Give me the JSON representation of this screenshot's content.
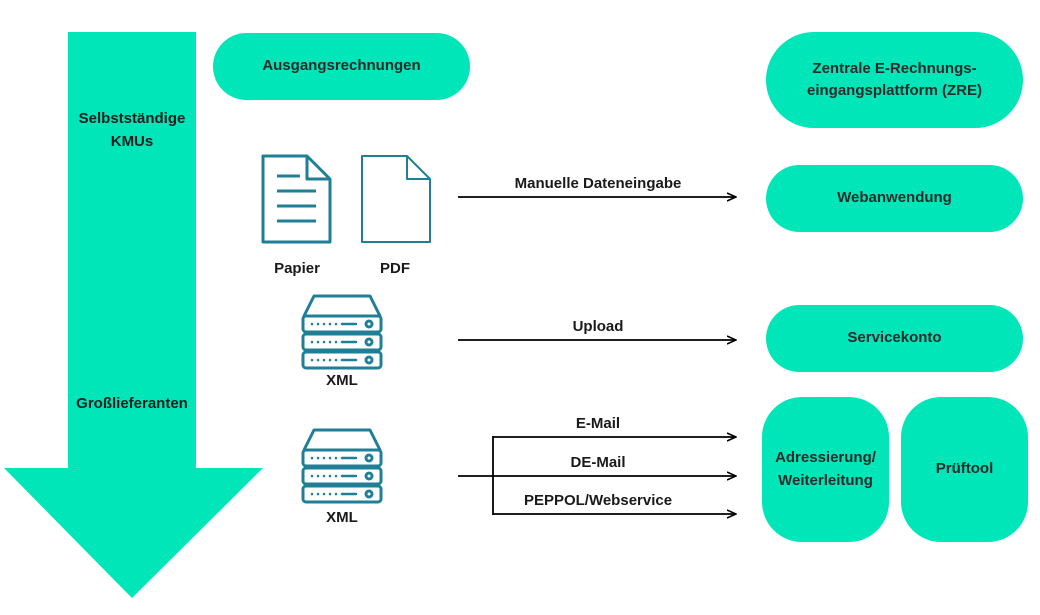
{
  "colors": {
    "accent": "#00E6B8",
    "icon": "#1F7F97",
    "line": "#000000"
  },
  "side_arrow": {
    "top_label": "Selbstständige\nKMUs",
    "bottom_label": "Großlieferanten"
  },
  "header": {
    "left_pill": "Ausgangsrechnungen",
    "right_pill": "Zentrale E-Rechnungs-\neingangsplattform (ZRE)"
  },
  "inputs": {
    "paper_label": "Papier",
    "pdf_label": "PDF",
    "xml_label_1": "XML",
    "xml_label_2": "XML"
  },
  "arrows": {
    "manual": "Manuelle Dateneingabe",
    "upload": "Upload",
    "email": "E-Mail",
    "demail": "DE-Mail",
    "peppol": "PEPPOL/Webservice"
  },
  "targets": {
    "webapp": "Webanwendung",
    "servicekonto": "Servicekonto",
    "adressierung": "Adressierung/\nWeiterleitung",
    "prueftool": "Prüftool"
  },
  "icons": [
    "paper-document-icon",
    "pdf-document-icon",
    "server-icon",
    "server-icon"
  ]
}
